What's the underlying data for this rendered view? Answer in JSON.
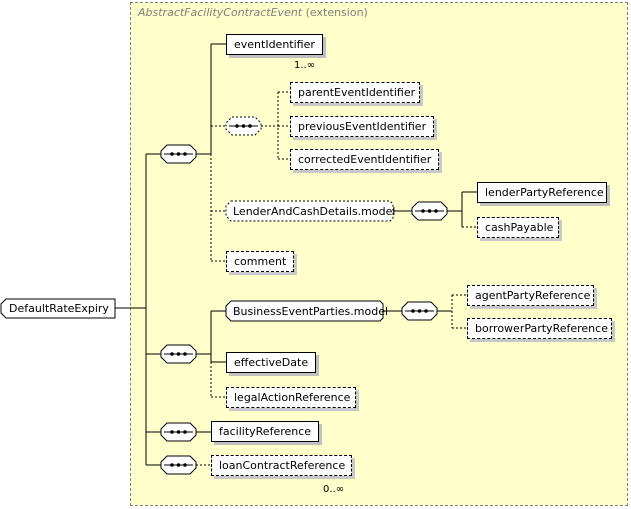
{
  "extension": {
    "type_name": "AbstractFacilityContractEvent",
    "suffix": "(extension)"
  },
  "root": {
    "label": "DefaultRateExpiry"
  },
  "elements": {
    "eventIdentifier": "eventIdentifier",
    "eventIdentifier_mult": "1..∞",
    "parentEventIdentifier": "parentEventIdentifier",
    "previousEventIdentifier": "previousEventIdentifier",
    "correctedEventIdentifier": "correctedEventIdentifier",
    "lenderAndCashDetailsModel": "LenderAndCashDetails.model",
    "lenderPartyReference": "lenderPartyReference",
    "cashPayable": "cashPayable",
    "comment": "comment",
    "businessEventPartiesModel": "BusinessEventParties.model",
    "agentPartyReference": "agentPartyReference",
    "borrowerPartyReference": "borrowerPartyReference",
    "effectiveDate": "effectiveDate",
    "legalActionReference": "legalActionReference",
    "facilityReference": "facilityReference",
    "loanContractReference": "loanContractReference",
    "loanContractReference_mult": "0..∞"
  },
  "colors": {
    "extension_background": "#ffffcc",
    "extension_border": "#808080",
    "node_background": "#ffffff",
    "line": "#000000",
    "shadow": "#c0c0c0"
  }
}
